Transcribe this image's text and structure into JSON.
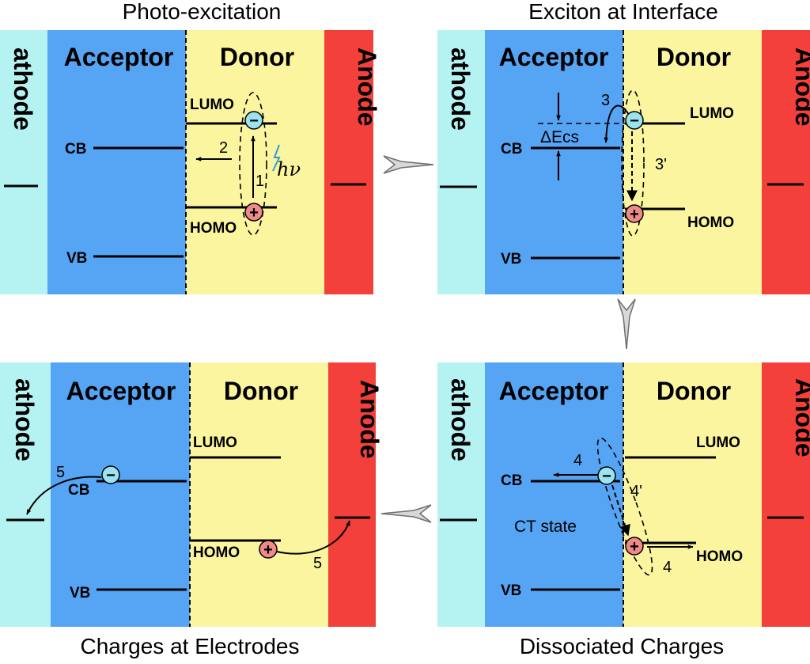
{
  "colors": {
    "cathode": "#b5f3f3",
    "acceptor": "#56a4f4",
    "donor": "#fbf59f",
    "anode": "#f3403a",
    "electron": "#9be3f0",
    "hole": "#f08a8a",
    "flow_arrow": "#d8d8d8"
  },
  "panels": {
    "p1": {
      "title": "Photo-excitation",
      "cathode": "athode",
      "acceptor": "Acceptor",
      "donor": "Donor",
      "anode": "Anode",
      "cb": "CB",
      "vb": "VB",
      "lumo": "LUMO",
      "homo": "HOMO",
      "label_1": "1",
      "label_2": "2",
      "photon": "hν"
    },
    "p2": {
      "title": "Exciton at Interface",
      "cathode": "athode",
      "acceptor": "Acceptor",
      "donor": "Donor",
      "anode": "Anode",
      "cb": "CB",
      "vb": "VB",
      "lumo": "LUMO",
      "homo": "HOMO",
      "label_3": "3",
      "label_3p": "3'",
      "delta": "ΔEcs"
    },
    "p3": {
      "title": "Charges at Electrodes",
      "cathode": "athode",
      "acceptor": "Acceptor",
      "donor": "Donor",
      "anode": "Anode",
      "cb": "CB",
      "vb": "VB",
      "lumo": "LUMO",
      "homo": "HOMO",
      "label_5a": "5",
      "label_5b": "5"
    },
    "p4": {
      "title": "Dissociated Charges",
      "cathode": "athode",
      "acceptor": "Acceptor",
      "donor": "Donor",
      "anode": "Anode",
      "cb": "CB",
      "vb": "VB",
      "lumo": "LUMO",
      "homo": "HOMO",
      "label_4a": "4",
      "label_4p": "4'",
      "label_4b": "4",
      "ct": "CT state"
    }
  },
  "signs": {
    "minus": "−",
    "plus": "+"
  }
}
